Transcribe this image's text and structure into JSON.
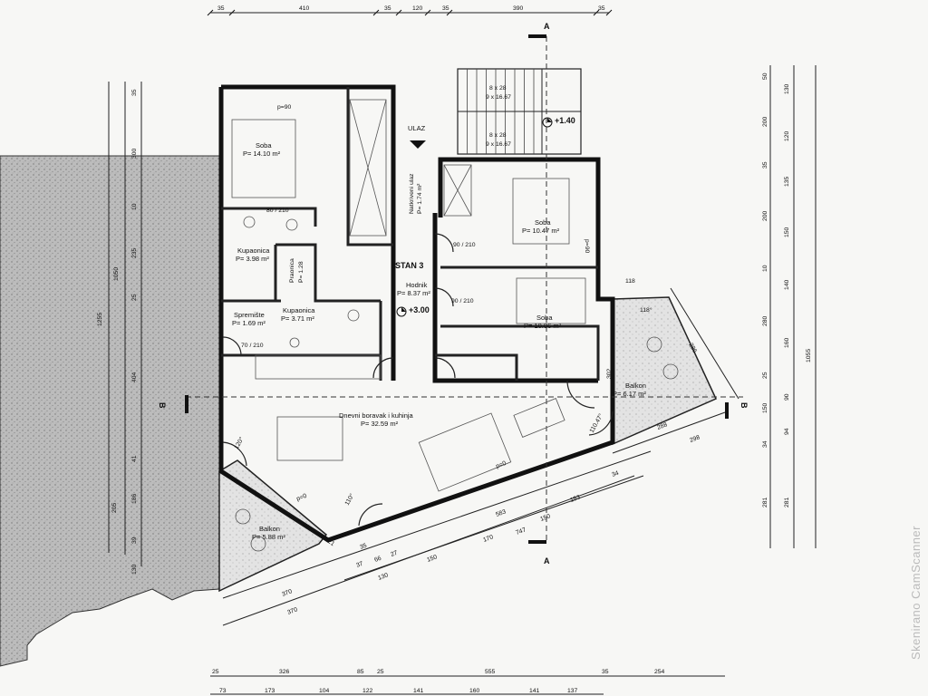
{
  "apartment": {
    "label": "STAN 3",
    "entrance": "ULAZ",
    "level_entry": "+1.40",
    "level_floor": "+3.00"
  },
  "section_marks": {
    "a_top": "A",
    "a_bottom": "A",
    "b_left": "B",
    "b_right": "B"
  },
  "rooms": [
    {
      "id": "soba1",
      "name": "Soba",
      "area": "P= 14.10 m²"
    },
    {
      "id": "kupaonica1",
      "name": "Kupaonica",
      "area": "P= 3.98 m²"
    },
    {
      "id": "praonica",
      "name": "Praonica",
      "area": "P= 1.28"
    },
    {
      "id": "spremiste",
      "name": "Spremište",
      "area": "P= 1.69 m²"
    },
    {
      "id": "kupaonica2",
      "name": "Kupaonica",
      "area": "P= 3.71 m²"
    },
    {
      "id": "ulaz",
      "name": "Natkriveni ulaz",
      "area": "P= 1.74 m²"
    },
    {
      "id": "hodnik",
      "name": "Hodnik",
      "area": "P= 8.37 m²"
    },
    {
      "id": "soba2",
      "name": "Soba",
      "area": "P= 10.47 m²"
    },
    {
      "id": "soba3",
      "name": "Soba",
      "area": "P= 10.86 m²"
    },
    {
      "id": "dnevni",
      "name": "Dnevni boravak i kuhinja",
      "area": "P= 32.59 m²"
    },
    {
      "id": "balkon1",
      "name": "Balkon",
      "area": "P= 6.17 m²"
    },
    {
      "id": "balkon2",
      "name": "Balkon",
      "area": "P= 5.88 m²"
    }
  ],
  "stairs": {
    "upper": "8 x 28",
    "upper_rise": "9 x 16.67",
    "lower": "8 x 28",
    "lower_rise": "9 x 16.67"
  },
  "dims_top": [
    "35",
    "410",
    "35",
    "120",
    "35",
    "390",
    "35"
  ],
  "dims_bottom_1": [
    "25",
    "326",
    "85",
    "25",
    "555",
    "35",
    "254"
  ],
  "dims_bottom_2": [
    "73",
    "173",
    "104",
    "122",
    "141",
    "160",
    "141",
    "137"
  ],
  "dims_left": [
    "1255",
    "1050",
    "300",
    "235",
    "10",
    "25",
    "404",
    "41",
    "205",
    "186",
    "39",
    "130",
    "35"
  ],
  "dims_right": [
    "50",
    "130",
    "200",
    "120",
    "35",
    "135",
    "200",
    "150",
    "10",
    "140",
    "280",
    "160",
    "25",
    "90",
    "150",
    "94",
    "34",
    "281",
    "281",
    "1055"
  ],
  "dims_diag": [
    "370",
    "370",
    "583",
    "747",
    "153",
    "150",
    "170",
    "150",
    "130",
    "37",
    "66",
    "27",
    "35",
    "34",
    "298",
    "286",
    "288",
    "302",
    "118",
    "121"
  ],
  "door_labels": [
    "80\n210",
    "90\n210",
    "70\n210"
  ],
  "misc": {
    "p90": "p=90",
    "p0": "p=0",
    "angle1": "120°",
    "angle2": "110°",
    "angle3": "110.47°",
    "angle4": "118°"
  },
  "watermark": "Skenirano CamScanner"
}
